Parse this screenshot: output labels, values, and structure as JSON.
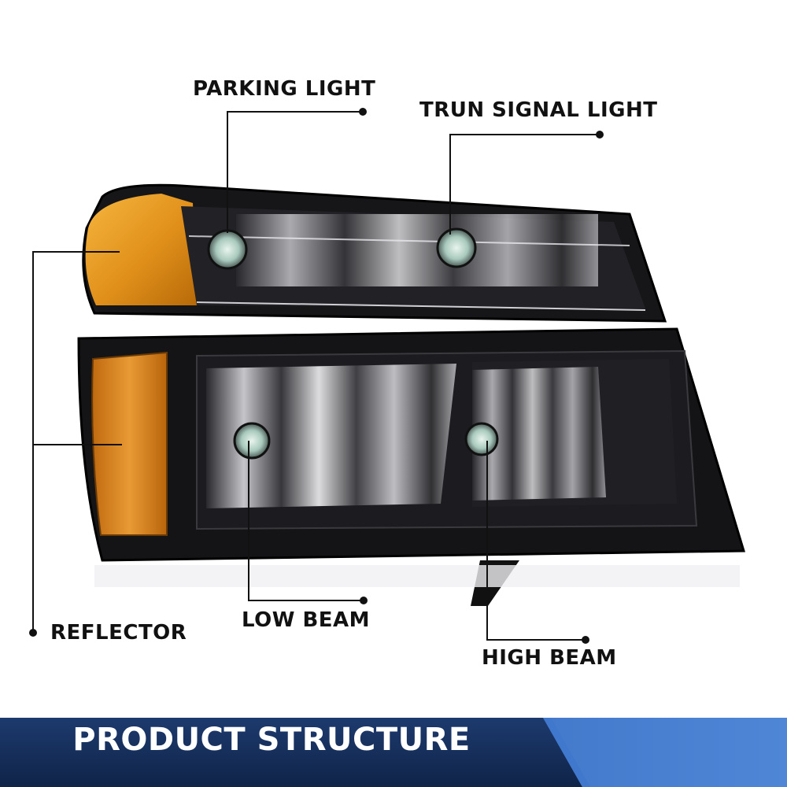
{
  "callouts": {
    "parking_light": "PARKING LIGHT",
    "turn_signal_light": "TRUN SIGNAL LIGHT",
    "reflector": "REFLECTOR",
    "low_beam": "LOW BEAM",
    "high_beam": "HIGH BEAM"
  },
  "banner": {
    "title": "PRODUCT STRUCTURE"
  },
  "colors": {
    "amber": "#e39a1c",
    "housing": "#1a1a1c",
    "banner_dark": "#15305e",
    "banner_light": "#2f63b8"
  }
}
